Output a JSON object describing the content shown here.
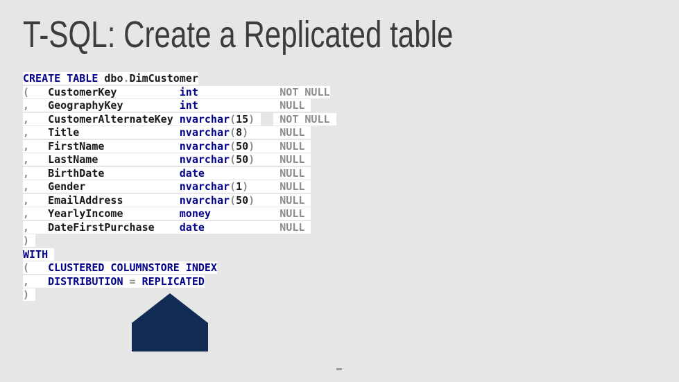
{
  "slide": {
    "title": "T-SQL: Create a Replicated table",
    "background_color": "#E6E6E6",
    "title_color": "#3C3C3C"
  },
  "code": {
    "colors": {
      "keyword": "#00008B",
      "identifier": "#1A1A1A",
      "punctuation": "#8C8C8C",
      "highlight": "#FFFFFF"
    },
    "lines": [
      {
        "segments": [
          {
            "t": "CREATE TABLE ",
            "c": "keyword"
          },
          {
            "t": "dbo",
            "c": "identifier"
          },
          {
            "t": ".",
            "c": "punctuation"
          },
          {
            "t": "DimCustomer",
            "c": "identifier"
          }
        ]
      },
      {
        "segments": [
          {
            "t": "(",
            "c": "punctuation"
          },
          {
            "t": "   CustomerKey          ",
            "c": "identifier"
          },
          {
            "t": "int",
            "c": "keyword"
          },
          {
            "t": "             ",
            "c": "identifier"
          },
          {
            "t": "NOT NULL",
            "c": "punctuation"
          }
        ]
      },
      {
        "segments": [
          {
            "t": ",",
            "c": "punctuation"
          },
          {
            "t": "   GeographyKey         ",
            "c": "identifier"
          },
          {
            "t": "int",
            "c": "keyword"
          },
          {
            "t": "             ",
            "c": "identifier"
          },
          {
            "t": "NULL ",
            "c": "punctuation"
          }
        ]
      },
      {
        "segments": [
          {
            "t": ",",
            "c": "punctuation"
          },
          {
            "t": "   CustomerAlternateKey ",
            "c": "identifier"
          },
          {
            "t": "nvarchar",
            "c": "keyword"
          },
          {
            "t": "(",
            "c": "punctuation"
          },
          {
            "t": "15",
            "c": "identifier"
          },
          {
            "t": ")",
            "c": "punctuation"
          },
          {
            "t": " ",
            "c": "identifier"
          },
          {
            "t": "  ",
            "c": "punctuation",
            "h": false
          },
          {
            "t": " NOT NULL ",
            "c": "punctuation"
          }
        ]
      },
      {
        "segments": [
          {
            "t": ",",
            "c": "punctuation"
          },
          {
            "t": "   Title                ",
            "c": "identifier"
          },
          {
            "t": "nvarchar",
            "c": "keyword"
          },
          {
            "t": "(",
            "c": "punctuation"
          },
          {
            "t": "8",
            "c": "identifier"
          },
          {
            "t": ")",
            "c": "punctuation"
          },
          {
            "t": "     ",
            "c": "identifier"
          },
          {
            "t": "NULL ",
            "c": "punctuation"
          }
        ]
      },
      {
        "segments": [
          {
            "t": ",",
            "c": "punctuation"
          },
          {
            "t": "   FirstName            ",
            "c": "identifier"
          },
          {
            "t": "nvarchar",
            "c": "keyword"
          },
          {
            "t": "(",
            "c": "punctuation"
          },
          {
            "t": "50",
            "c": "identifier"
          },
          {
            "t": ")",
            "c": "punctuation"
          },
          {
            "t": "    ",
            "c": "identifier"
          },
          {
            "t": "NULL ",
            "c": "punctuation"
          }
        ]
      },
      {
        "segments": [
          {
            "t": ",",
            "c": "punctuation"
          },
          {
            "t": "   LastName             ",
            "c": "identifier"
          },
          {
            "t": "nvarchar",
            "c": "keyword"
          },
          {
            "t": "(",
            "c": "punctuation"
          },
          {
            "t": "50",
            "c": "identifier"
          },
          {
            "t": ")",
            "c": "punctuation"
          },
          {
            "t": "    ",
            "c": "identifier"
          },
          {
            "t": "NULL ",
            "c": "punctuation"
          }
        ]
      },
      {
        "segments": [
          {
            "t": ",",
            "c": "punctuation"
          },
          {
            "t": "   BirthDate            ",
            "c": "identifier"
          },
          {
            "t": "date",
            "c": "keyword"
          },
          {
            "t": "            ",
            "c": "identifier"
          },
          {
            "t": "NULL ",
            "c": "punctuation"
          }
        ]
      },
      {
        "segments": [
          {
            "t": ",",
            "c": "punctuation"
          },
          {
            "t": "   Gender               ",
            "c": "identifier"
          },
          {
            "t": "nvarchar",
            "c": "keyword"
          },
          {
            "t": "(",
            "c": "punctuation"
          },
          {
            "t": "1",
            "c": "identifier"
          },
          {
            "t": ")",
            "c": "punctuation"
          },
          {
            "t": "     ",
            "c": "identifier"
          },
          {
            "t": "NULL ",
            "c": "punctuation"
          }
        ]
      },
      {
        "segments": [
          {
            "t": ",",
            "c": "punctuation"
          },
          {
            "t": "   EmailAddress         ",
            "c": "identifier"
          },
          {
            "t": "nvarchar",
            "c": "keyword"
          },
          {
            "t": "(",
            "c": "punctuation"
          },
          {
            "t": "50",
            "c": "identifier"
          },
          {
            "t": ")",
            "c": "punctuation"
          },
          {
            "t": "    ",
            "c": "identifier"
          },
          {
            "t": "NULL ",
            "c": "punctuation"
          }
        ]
      },
      {
        "segments": [
          {
            "t": ",",
            "c": "punctuation"
          },
          {
            "t": "   YearlyIncome         ",
            "c": "identifier"
          },
          {
            "t": "money",
            "c": "keyword"
          },
          {
            "t": "           ",
            "c": "identifier"
          },
          {
            "t": "NULL ",
            "c": "punctuation"
          }
        ]
      },
      {
        "segments": [
          {
            "t": ",",
            "c": "punctuation"
          },
          {
            "t": "   DateFirstPurchase    ",
            "c": "identifier"
          },
          {
            "t": "date",
            "c": "keyword"
          },
          {
            "t": "            ",
            "c": "identifier"
          },
          {
            "t": "NULL ",
            "c": "punctuation"
          }
        ]
      },
      {
        "segments": [
          {
            "t": ") ",
            "c": "punctuation"
          }
        ]
      },
      {
        "segments": [
          {
            "t": "WITH ",
            "c": "keyword"
          }
        ]
      },
      {
        "segments": [
          {
            "t": "(",
            "c": "punctuation"
          },
          {
            "t": "   ",
            "c": "identifier"
          },
          {
            "t": "CLUSTERED COLUMNSTORE INDEX",
            "c": "keyword"
          }
        ]
      },
      {
        "segments": [
          {
            "t": ",",
            "c": "punctuation"
          },
          {
            "t": "   ",
            "c": "identifier"
          },
          {
            "t": "DISTRIBUTION ",
            "c": "keyword"
          },
          {
            "t": "=",
            "c": "punctuation"
          },
          {
            "t": " ",
            "c": "identifier"
          },
          {
            "t": "REPLICATED",
            "c": "keyword"
          }
        ]
      },
      {
        "segments": [
          {
            "t": ") ",
            "c": "punctuation"
          }
        ]
      }
    ]
  },
  "shapes": {
    "up_arrow": {
      "color": "#112B55"
    },
    "footer_dash": {
      "color": "#9A9A9A"
    }
  }
}
